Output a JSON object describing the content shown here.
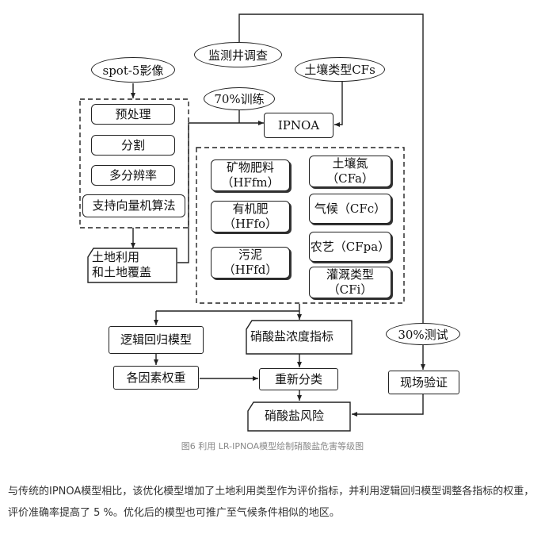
{
  "nodes": {
    "spot5": "spot-5影像",
    "monitor_well": "监测井调查",
    "soil_type": "土壤类型CFs",
    "train70": "70%训练",
    "preprocess": "预处理",
    "segment": "分割",
    "multires": "多分辨率",
    "svm": "支持向量机算法",
    "ipnoa": "IPNOA",
    "landuse_line1": "土地利用",
    "landuse_line2": "和土地覆盖",
    "mineral_fert": "矿物肥料\n（HFfm）",
    "organic_fert": "有机肥\n（HFfo）",
    "sludge": "污泥\n（HFfd）",
    "soil_n": "土壤氮\n（CFa）",
    "climate": "气候（CFc）",
    "agro": "农艺（CFpa）",
    "irrigation": "灌溉类型\n（CFi）",
    "logistic": "逻辑回归模型",
    "nitrate_index": "硝酸盐浓度指标",
    "test30": "30%测试",
    "weights": "各因素权重",
    "reclass": "重新分类",
    "field_verify": "现场验证",
    "nitrate_risk": "硝酸盐风险"
  },
  "caption": "图6 利用 LR-IPNOA模型绘制硝酸盐危害等级图",
  "paragraph": "与传统的IPNOA模型相比，该优化模型增加了土地利用类型作为评价指标，并利用逻辑回归模型调整各指标的权重，评价准确率提高了 5 %。优化后的模型也可推广至气候条件相似的地区。"
}
